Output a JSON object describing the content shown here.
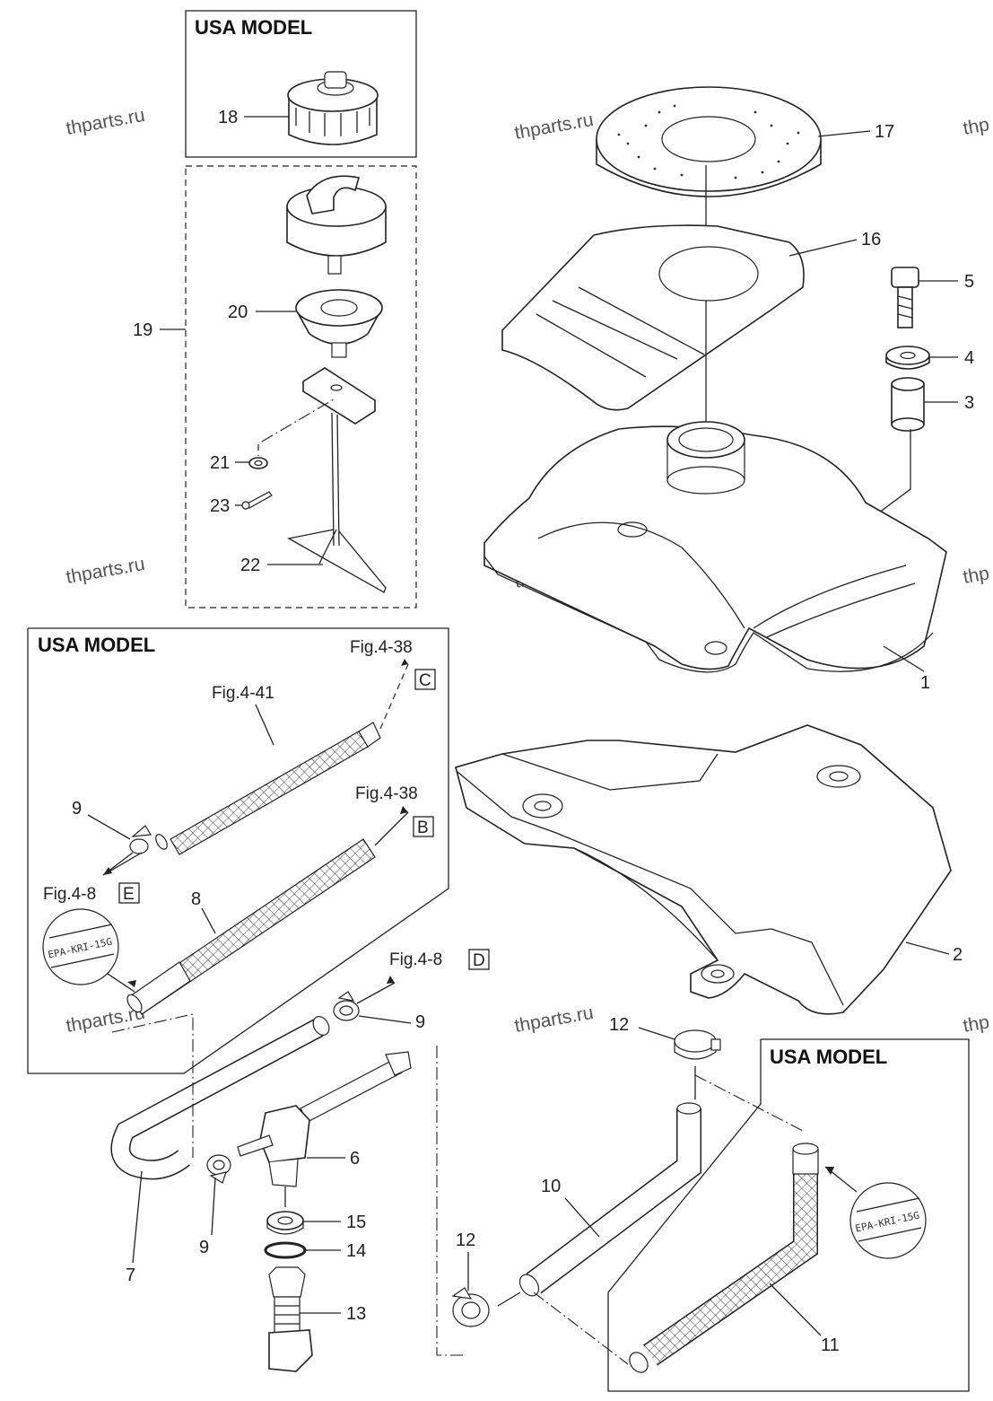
{
  "boxes": {
    "usa_model_top": "USA MODEL",
    "usa_model_left": "USA MODEL",
    "usa_model_right": "USA MODEL"
  },
  "watermark": "thparts.ru",
  "watermark_partial": "thp",
  "figure_refs": {
    "c": "Fig.4-38",
    "c_letter": "C",
    "b": "Fig.4-38",
    "b_letter": "B",
    "e": "Fig.4-8",
    "e_letter": "E",
    "d": "Fig.4-8",
    "d_letter": "D",
    "hose_41": "Fig.4-41"
  },
  "stamp_text": "EPA-KRI-15G",
  "callouts": {
    "p1": "1",
    "p2": "2",
    "p3": "3",
    "p4": "4",
    "p5": "5",
    "p6": "6",
    "p7": "7",
    "p8": "8",
    "p9a": "9",
    "p9b": "9",
    "p9c": "9",
    "p10": "10",
    "p11": "11",
    "p12a": "12",
    "p12b": "12",
    "p13": "13",
    "p14": "14",
    "p15": "15",
    "p16": "16",
    "p17": "17",
    "p18": "18",
    "p19": "19",
    "p20": "20",
    "p21": "21",
    "p22": "22",
    "p23": "23"
  }
}
